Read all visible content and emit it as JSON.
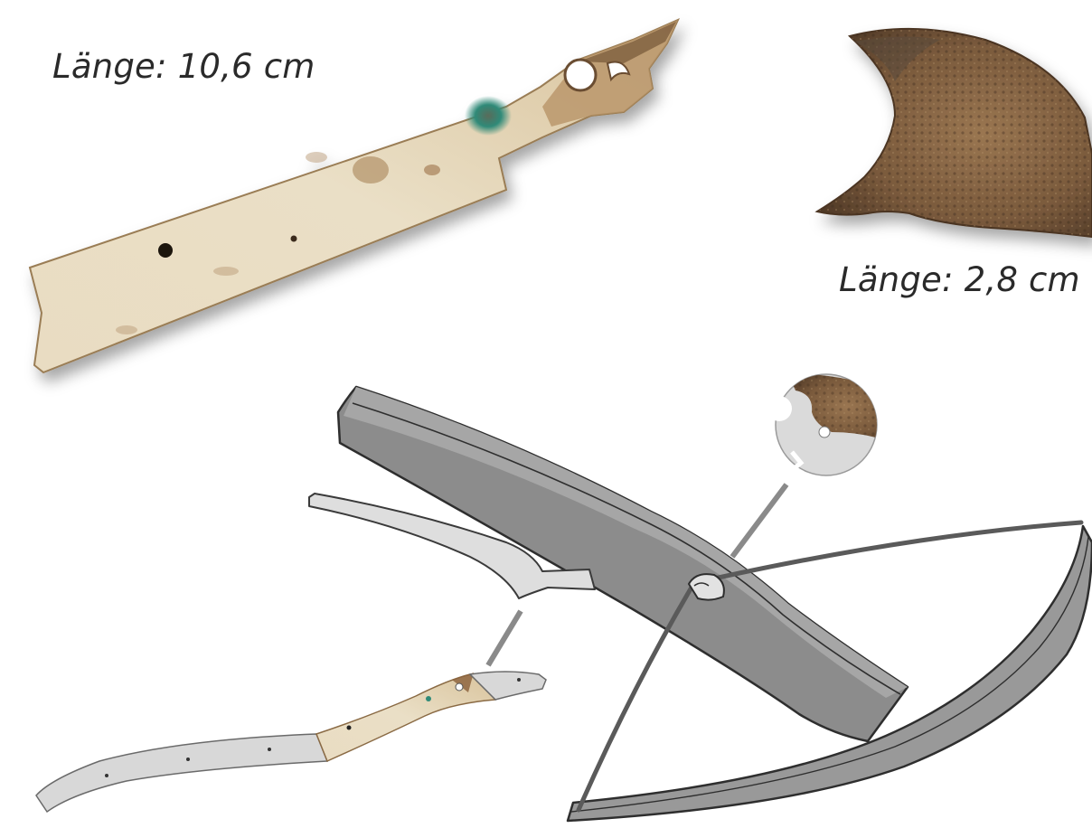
{
  "captions": {
    "trigger_lever_length": "Länge: 10,6 cm",
    "nut_fragment_length": "Länge: 2,8 cm"
  },
  "colors": {
    "background": "#ffffff",
    "bone_light": "#e6d3b0",
    "bone_dark": "#8a6a44",
    "nut_fragment": "#7a5a3c",
    "drawing_fill": "#8c8c8c",
    "drawing_light": "#d9d9d9",
    "outline": "#3a3a3a",
    "verdigris": "#2f8a78"
  },
  "icons": {
    "trigger_lever_photo": "bone-trigger-lever",
    "nut_fragment_photo": "bone-nut-fragment",
    "crossbow_drawing": "crossbow-schematic",
    "nut_detail": "nut-circle-detail",
    "lever_reconstruction": "lever-reconstruction"
  }
}
